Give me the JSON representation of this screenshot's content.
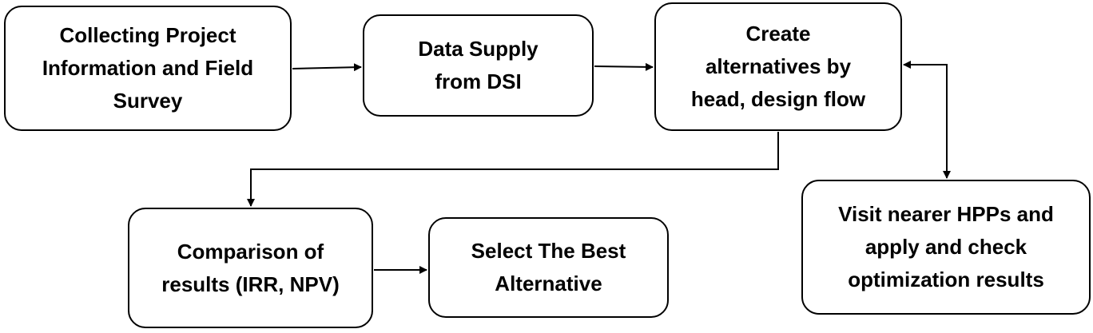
{
  "nodes": [
    {
      "id": "collect",
      "lines": [
        "Collecting Project",
        "Information and Field",
        "Survey"
      ]
    },
    {
      "id": "supply",
      "lines": [
        "Data Supply",
        "from DSI"
      ]
    },
    {
      "id": "create",
      "lines": [
        "Create",
        "alternatives by",
        "head, design flow"
      ]
    },
    {
      "id": "visit",
      "lines": [
        "Visit nearer HPPs and",
        "apply and check",
        "optimization results"
      ]
    },
    {
      "id": "compare",
      "lines": [
        "Comparison of",
        "results (IRR, NPV)"
      ]
    },
    {
      "id": "select",
      "lines": [
        "Select The Best",
        "Alternative"
      ]
    }
  ],
  "edges": [
    {
      "from": "collect",
      "to": "supply",
      "direction": "forward"
    },
    {
      "from": "supply",
      "to": "create",
      "direction": "forward"
    },
    {
      "from": "create",
      "to": "visit",
      "direction": "both"
    },
    {
      "from": "create",
      "to": "compare",
      "direction": "forward"
    },
    {
      "from": "compare",
      "to": "select",
      "direction": "forward"
    }
  ]
}
